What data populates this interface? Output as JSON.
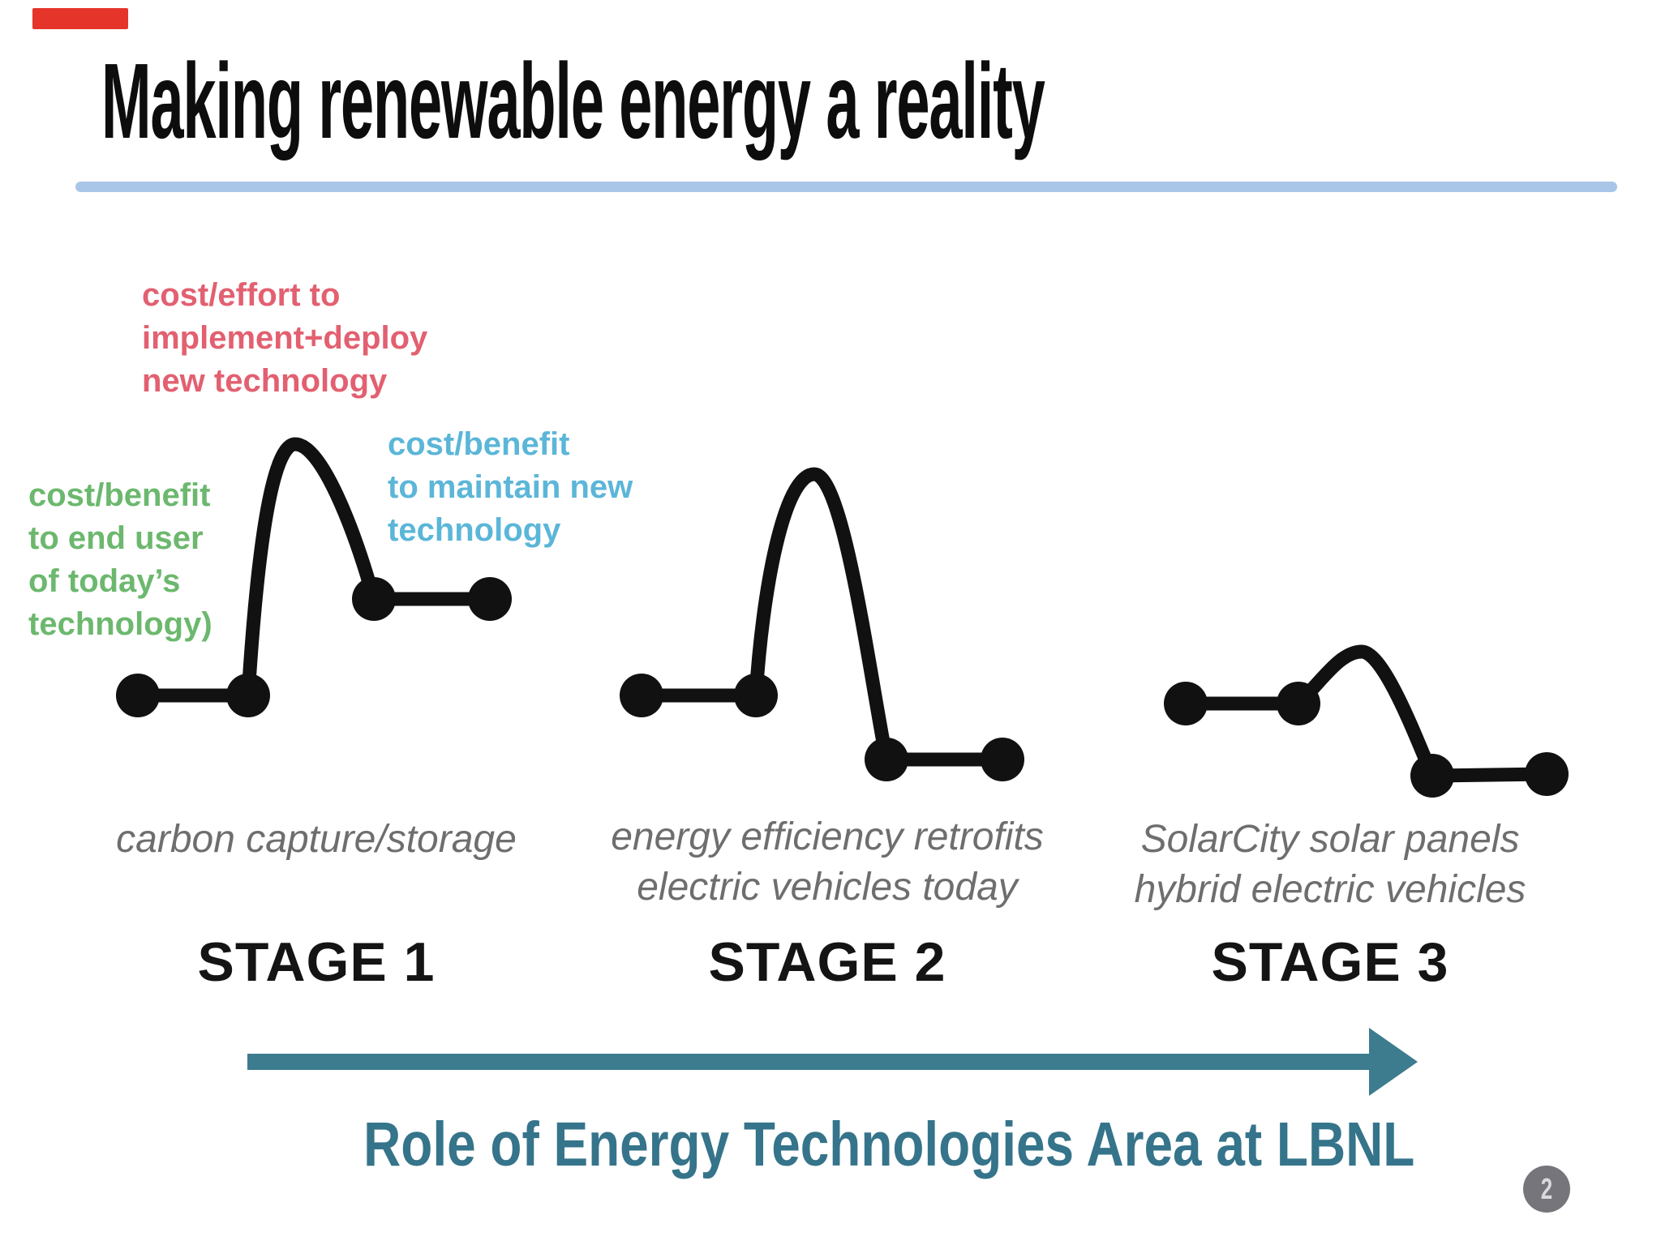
{
  "slide": {
    "title": "Making renewable energy a reality",
    "page_number": "2"
  },
  "annotations": {
    "cost_effort": {
      "color": "#e26070",
      "lines": [
        "cost/effort to",
        "implement+deploy",
        "new technology"
      ]
    },
    "cost_benefit_today": {
      "color": "#6cb86e",
      "lines": [
        "cost/benefit",
        "to end user",
        "of today’s",
        "technology)"
      ]
    },
    "cost_benefit_maintain": {
      "color": "#5bb6d8",
      "lines": [
        "cost/benefit",
        "to maintain new",
        "technology"
      ]
    }
  },
  "stages": [
    {
      "label": "STAGE 1",
      "caption_lines": [
        "carbon capture/storage"
      ],
      "shape": "high implementation hump, ends above starting level"
    },
    {
      "label": "STAGE 2",
      "caption_lines": [
        "energy efficiency retrofits",
        "electric vehicles today"
      ],
      "shape": "high implementation hump, ends below starting level"
    },
    {
      "label": "STAGE 3",
      "caption_lines": [
        "SolarCity solar panels",
        "hybrid electric vehicles"
      ],
      "shape": "small implementation hump, ends below starting level"
    }
  ],
  "footer": {
    "role_label": "Role of Energy Technologies Area at LBNL"
  },
  "colors": {
    "title_rule": "#a9c6e8",
    "curve": "#111111",
    "caption_gray": "#6e6e6e",
    "arrow_teal": "#3c7c8e",
    "role_teal": "#35748a",
    "page_bubble": "#76757b",
    "red_mark": "#e5352b"
  }
}
